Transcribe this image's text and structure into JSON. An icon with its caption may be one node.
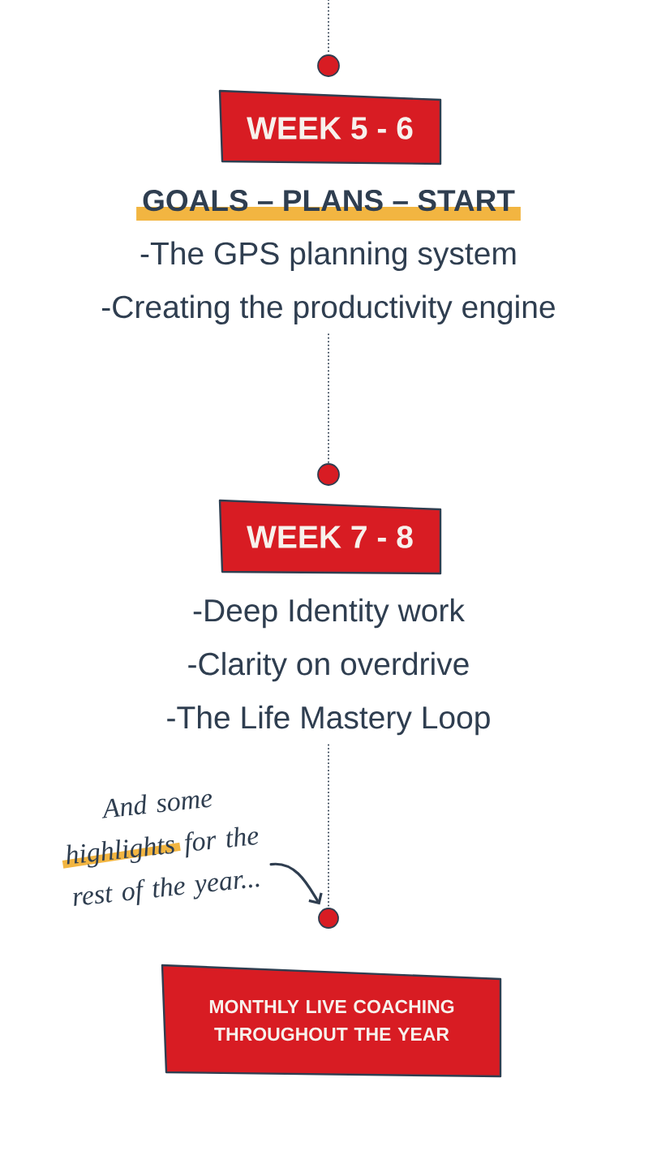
{
  "diagram": {
    "nodes": [
      {
        "text": [],
        "shape": "circle"
      },
      {
        "text": [
          "WEEK 5 - 6"
        ]
      },
      {
        "text": [
          "GOALS – PLANS – START",
          "-The GPS planning system",
          "-Creating the productivity engine"
        ]
      },
      {
        "text": [],
        "shape": "circle"
      },
      {
        "text": [
          "WEEK 7 - 8"
        ]
      },
      {
        "text": [
          "-Deep Identity work",
          "-Clarity on overdrive",
          "-The Life Mastery Loop"
        ]
      },
      {
        "text": [],
        "shape": "circle"
      },
      {
        "text": [
          "And some highlights for the rest of the year..."
        ]
      },
      {
        "text": [
          "MONTHLY LIVE COACHING THROUGHOUT THE YEAR"
        ]
      }
    ],
    "edges": [
      {
        "from": null,
        "to": 0,
        "arrow": "none",
        "style": "dashed"
      },
      {
        "from": 2,
        "to": 3,
        "arrow": "none",
        "style": "dashed"
      },
      {
        "from": 5,
        "to": 6,
        "arrow": "none",
        "style": "dashed"
      },
      {
        "from": 7,
        "to": 6,
        "arrow": "to"
      }
    ]
  }
}
